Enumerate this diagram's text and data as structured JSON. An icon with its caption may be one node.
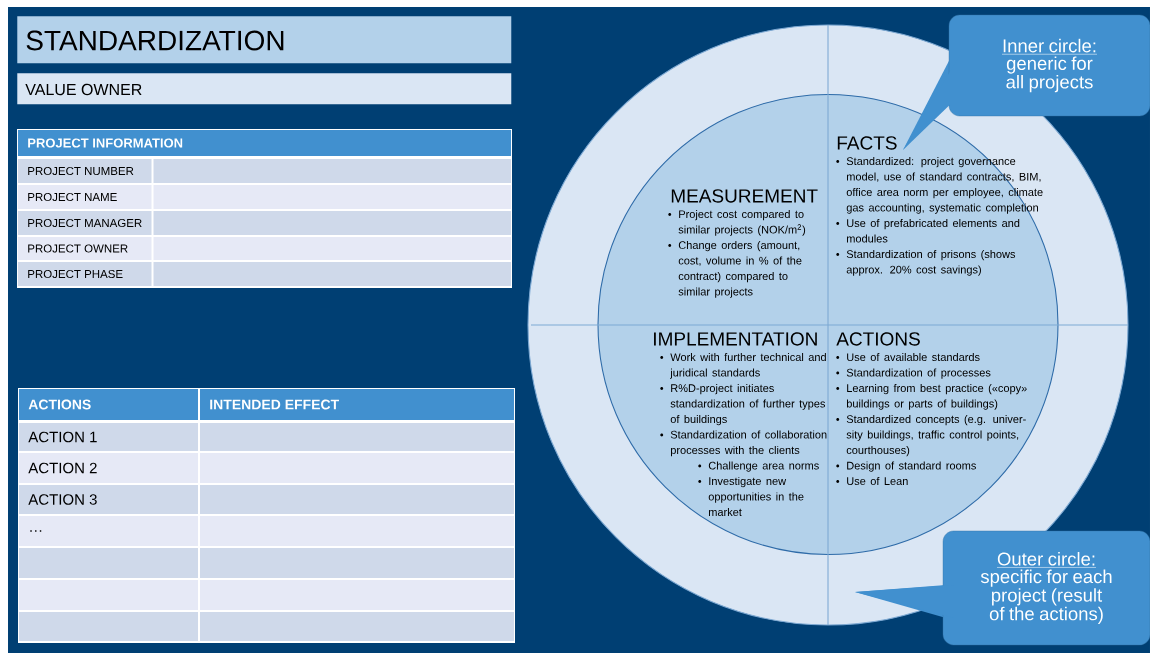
{
  "diagram": {
    "nodes": [
      {
        "text": [
          "STANDARDIZATION"
        ]
      },
      {
        "text": [
          "VALUE OWNER"
        ]
      },
      {
        "text": [],
        "shape": "circle"
      },
      {
        "text": [],
        "shape": "circle",
        "in": 2
      },
      {
        "text": [
          "MEASUREMENT",
          "Project cost compared to similar projects (NOK/m$^{2}$)",
          "Change orders (amount, cost, volume in % of the contract) compared to similar projects"
        ],
        "in": 3
      },
      {
        "text": [
          "FACTS",
          "Standardized: project governance model, use of standard contracts, BIM, office area norm per employee, climate gas accounting, systematic completion",
          "Use of prefabricated elements and modules",
          "Standardization of prisons (shows approx. 20% cost savings)"
        ],
        "in": 3
      },
      {
        "text": [
          "IMPLEMENTATION",
          "Work with further technical and juridical standards",
          "R%D-project initiates standardization of further types of buildings",
          "Standardization of collaboration processes with the clients",
          "Challenge area norms",
          "Investigate new opportunities in the market"
        ],
        "in": 3
      },
      {
        "text": [
          "ACTIONS",
          "Use of available standards",
          "Standardization of processes",
          "Learning from best practice («copy» buildings or parts of buildings)",
          "Standardized concepts (e.g. univer-sity buildings, traffic control points, courthouses)",
          "Design of standard rooms",
          "Use of Lean"
        ],
        "in": 3
      },
      {
        "text": [
          "Inner circle:",
          "generic for all projects"
        ]
      },
      {
        "text": [
          "Outer circle:",
          "specific for each project (result of the actions)"
        ]
      }
    ],
    "labels": [
      "PROJECT INFORMATION",
      "PROJECT NUMBER",
      "PROJECT NAME",
      "PROJECT MANAGER",
      "PROJECT OWNER",
      "PROJECT PHASE",
      "ACTIONS",
      "INTENDED EFFECT",
      "ACTION 1",
      "ACTION 2",
      "ACTION 3",
      "…"
    ]
  }
}
